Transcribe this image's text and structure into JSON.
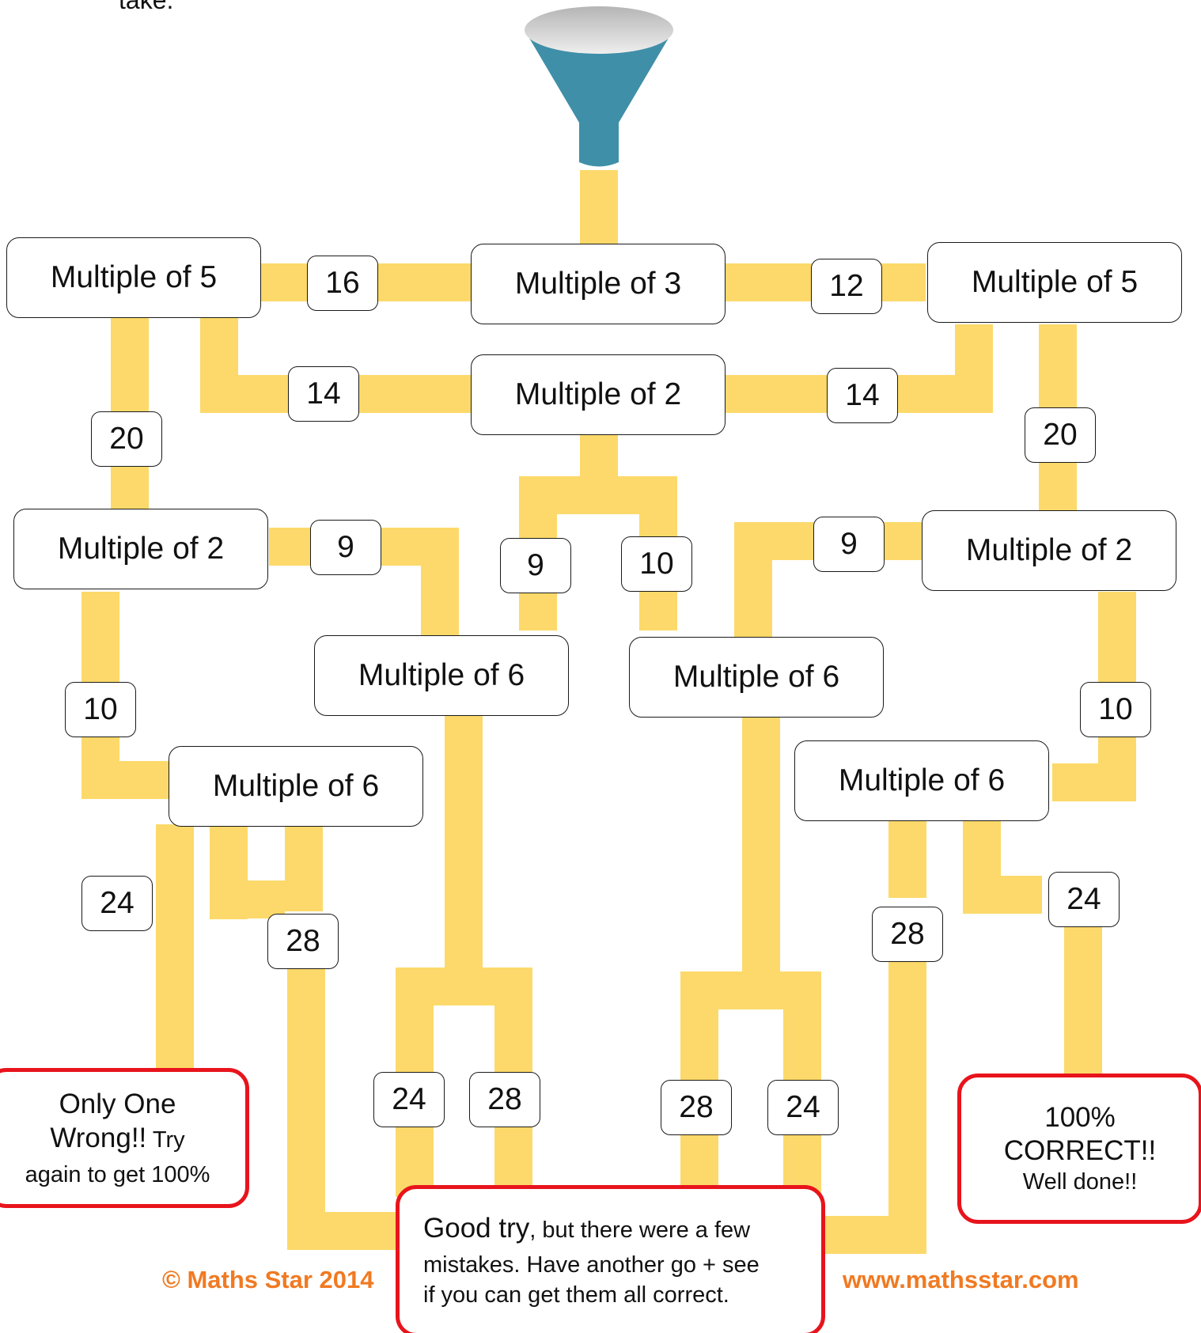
{
  "header": {
    "cut_text": "take."
  },
  "colors": {
    "pipe": "#fcd96a",
    "funnel_top": "#cfcfcf",
    "funnel_body": "#3f8fa8",
    "outcome_border": "#e8141c",
    "brand": "#f07a22"
  },
  "nodes": {
    "top": "Multiple of 3",
    "left_top": "Multiple of 5",
    "right_top": "Multiple of 5",
    "center_mid": "Multiple of 2",
    "left_mid": "Multiple of 2",
    "right_mid": "Multiple of 2",
    "center_left_low": "Multiple of 6",
    "center_right_low": "Multiple of 6",
    "left_low": "Multiple of 6",
    "right_low": "Multiple of 6"
  },
  "numbers": {
    "n16": "16",
    "n12": "12",
    "n14_left": "14",
    "n14_right": "14",
    "n20_left": "20",
    "n20_right": "20",
    "n9_left": "9",
    "n9_center": "9",
    "n10_center": "10",
    "n9_right": "9",
    "n10_left": "10",
    "n10_right": "10",
    "n24_far_left": "24",
    "n28_left": "28",
    "n24_center_a": "24",
    "n28_center_b": "28",
    "n28_center_c": "28",
    "n24_center_d": "24",
    "n28_right": "28",
    "n24_far_right": "24"
  },
  "outcomes": {
    "one_wrong": {
      "line1": "Only One",
      "line2_big": "Wrong!!",
      "line2_small": " Try",
      "line3": "again to get 100%"
    },
    "good_try": {
      "big": "Good try",
      "rest": ", but there were a few",
      "line2": "mistakes. Have another go + see",
      "line3": "if you can get them all correct."
    },
    "correct": {
      "line1": "100%",
      "line2": "CORRECT!!",
      "line3": "Well done!!"
    }
  },
  "footer": {
    "copyright": "© Maths Star 2014",
    "website": "www.mathsstar.com"
  }
}
